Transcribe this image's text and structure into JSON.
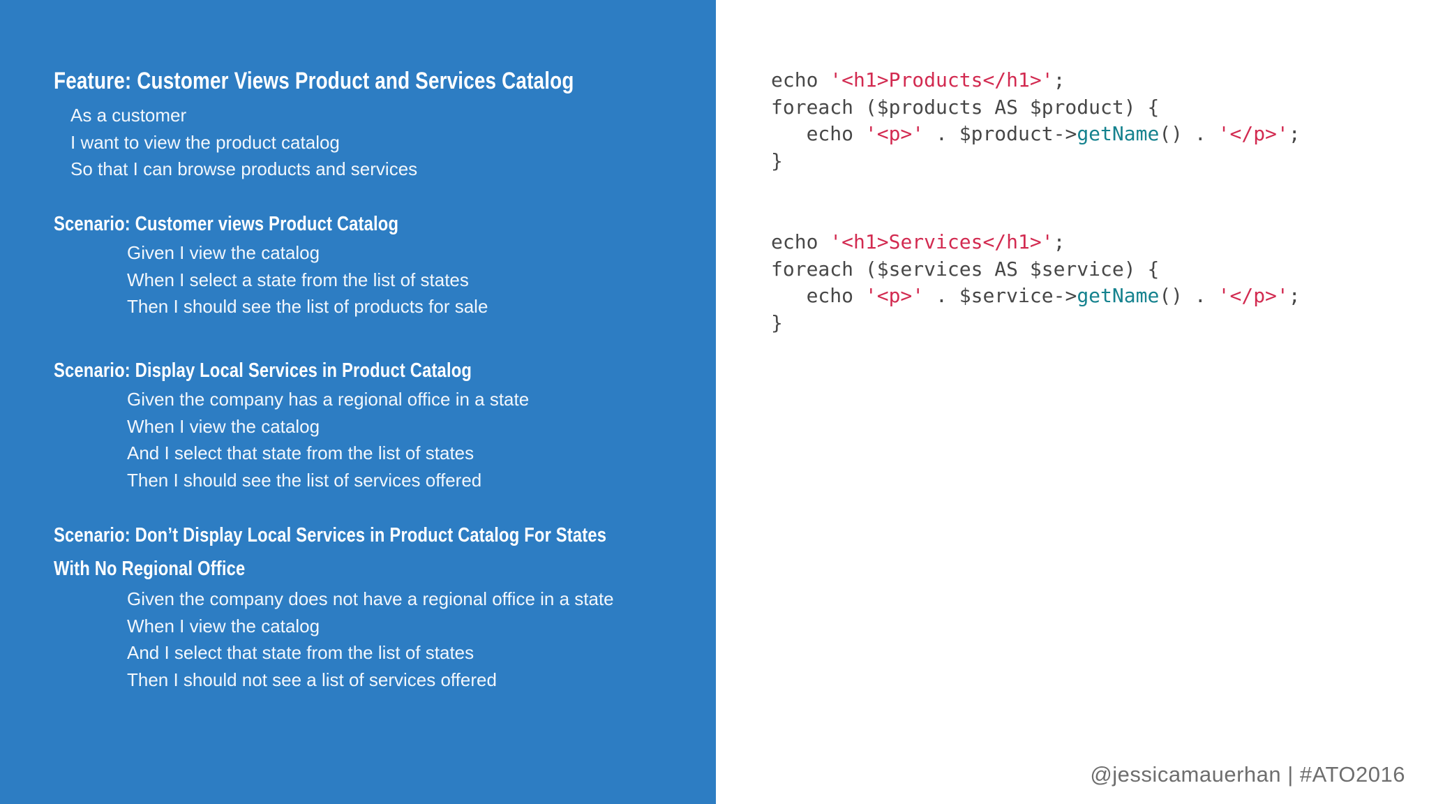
{
  "colors": {
    "panel_blue": "#2d7dc3",
    "heading_white": "#ffffff",
    "body_white": "#f2f7fc",
    "code_plain": "#474747",
    "code_string": "#d22a50",
    "code_method": "#15828e",
    "footer_gray": "#6e6e6e"
  },
  "gherkin": {
    "feature_title": "Feature: Customer Views Product and Services Catalog",
    "narrative": [
      "As a customer",
      "I want to view the product catalog",
      "So that I can browse products and services"
    ],
    "scenarios": [
      {
        "title_lines": [
          "Scenario: Customer views Product Catalog"
        ],
        "steps": [
          "Given I view the catalog",
          "When I select a state from the list of states",
          "Then I should see the list of products for sale"
        ]
      },
      {
        "title_lines": [
          "Scenario: Display Local Services in Product Catalog"
        ],
        "steps": [
          "Given the company has a regional office in a state",
          "When I view the catalog",
          "And I select that state from the list of states",
          "Then I should see the list of services offered"
        ]
      },
      {
        "title_lines": [
          "Scenario: Don’t Display Local Services in Product Catalog For States",
          "With No Regional Office"
        ],
        "steps": [
          "Given the company does not have a regional office in a state",
          "When I view the catalog",
          "And I select that state from the list of states",
          "Then I should not see a list of services offered"
        ]
      }
    ]
  },
  "code": {
    "blocks": [
      {
        "name": "products-loop",
        "lines": [
          [
            [
              "p",
              "echo "
            ],
            [
              "s",
              "'<h1>Products</h1>'"
            ],
            [
              "p",
              ";"
            ]
          ],
          [
            [
              "p",
              "foreach ($products AS $product) {"
            ]
          ],
          [
            [
              "p",
              "   echo "
            ],
            [
              "s",
              "'<p>'"
            ],
            [
              "p",
              " . $product->"
            ],
            [
              "f",
              "getName"
            ],
            [
              "p",
              "() . "
            ],
            [
              "s",
              "'</p>'"
            ],
            [
              "p",
              ";"
            ]
          ],
          [
            [
              "p",
              "}"
            ]
          ]
        ]
      },
      {
        "name": "services-loop",
        "lines": [
          [
            [
              "p",
              "echo "
            ],
            [
              "s",
              "'<h1>Services</h1>'"
            ],
            [
              "p",
              ";"
            ]
          ],
          [
            [
              "p",
              "foreach ($services AS $service) {"
            ]
          ],
          [
            [
              "p",
              "   echo "
            ],
            [
              "s",
              "'<p>'"
            ],
            [
              "p",
              " . $service->"
            ],
            [
              "f",
              "getName"
            ],
            [
              "p",
              "() . "
            ],
            [
              "s",
              "'</p>'"
            ],
            [
              "p",
              ";"
            ]
          ],
          [
            [
              "p",
              "}"
            ]
          ]
        ]
      }
    ]
  },
  "footer": {
    "text": "@jessicamauerhan | #ATO2016"
  }
}
